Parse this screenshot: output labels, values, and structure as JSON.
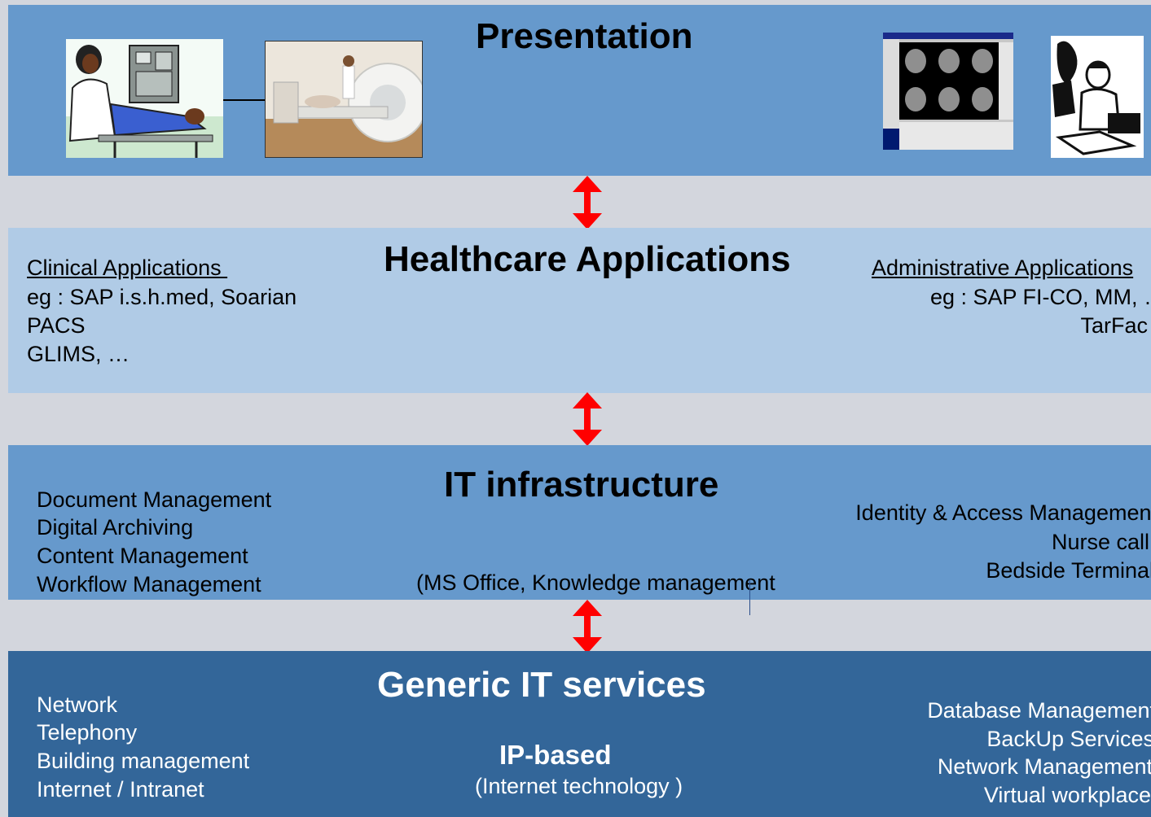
{
  "presentation": {
    "title": "Presentation"
  },
  "healthcare": {
    "title": "Healthcare Applications",
    "clinical_heading": "Clinical Applications ",
    "clinical_lines": [
      "eg : SAP i.s.h.med, Soarian",
      "PACS",
      "GLIMS, …"
    ],
    "admin_heading": "Administrative Applications",
    "admin_lines": [
      "eg : SAP FI-CO, MM, …",
      "TarFac"
    ]
  },
  "infrastructure": {
    "title": "IT infrastructure",
    "left_lines": [
      "Document Management",
      "Digital Archiving",
      "Content Management",
      "Workflow Management"
    ],
    "center_note": "(MS Office, Knowledge management",
    "right_lines": [
      "Identity & Access Management",
      "Nurse call",
      "Bedside Terminal"
    ]
  },
  "generic": {
    "title": "Generic IT services",
    "left_lines": [
      "Network",
      "Telephony",
      "Building management",
      "Internet / Intranet"
    ],
    "center_bold": "IP-based",
    "center_note": "(Internet technology )",
    "right_lines": [
      "Database Management",
      "BackUp Services",
      "Network Management",
      "Virtual workplace"
    ]
  },
  "colors": {
    "arrow": "#ff0000",
    "band_mid": "#6699cc",
    "band_light": "#b0cbe6",
    "band_dark": "#336699"
  },
  "icons": [
    "ultrasound-clipart",
    "mri-scanner-photo",
    "radiology-viewer-screenshot",
    "user-at-laptop-clipart",
    "double-arrow-icon"
  ]
}
